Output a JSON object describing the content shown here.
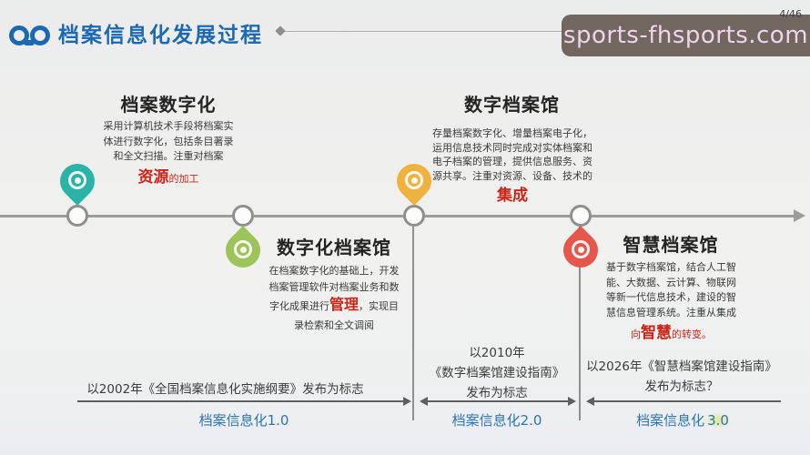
{
  "header": {
    "title": "档案信息化发展过程",
    "page": "4/46",
    "watermark": "sports-fhsports.com"
  },
  "m1": {
    "title": "档案数字化",
    "l1": "采用计算机技术手段将档案实",
    "l2": "体进行数字化，包括条目著录",
    "l3": "和全文扫描。注重对档案",
    "em": "资源",
    "em_suffix": "的加工"
  },
  "m2": {
    "title": "数字化档案馆",
    "l1": "在档案数字化的基础上，开发",
    "l2": "档案管理软件对档案业务和数",
    "l3a": "字化成果进行",
    "em": "管理",
    "l3b": "，实现目",
    "l4": "录检索和全文调阅"
  },
  "m3": {
    "title": "数字档案馆",
    "l1": "存量档案数字化、增量档案电子化，",
    "l2": "运用信息技术同时完成对实体档案和",
    "l3": "电子档案的管理，提供信息服务、资",
    "l4": "源共享。注重对资源、设备、技术的",
    "em": "集成"
  },
  "m4": {
    "title": "智慧档案馆",
    "l1": "基于数字档案馆，结合人工智",
    "l2": "能、大数据、云计算、物联网",
    "l3": "等新一代信息技术，建设的智",
    "l4": "慧信息管理系统。注重从集成",
    "em_prefix": "向",
    "em": "智慧",
    "em_suffix": "的转变。"
  },
  "era1": {
    "caption": "以2002年《全国档案信息化实施纲要》发布为标志",
    "label": "档案信息化1.0"
  },
  "era2": {
    "c1": "以2010年",
    "c2": "《数字档案馆建设指南》",
    "c3": "发布为标志",
    "label": "档案信息化2.0"
  },
  "era3": {
    "c1": "以2026年《智慧档案馆建设指南》",
    "c2": "发布为标志？",
    "label_prefix": "档案信息化",
    "label_highlight": "3.0"
  },
  "colors": {
    "title_blue": "#1b6ab1",
    "emphasis_red": "#cb2418",
    "pin_teal": "#2bb3a8",
    "pin_green": "#9cc45a",
    "pin_yellow": "#f0b23e",
    "pin_red": "#e4574a",
    "era_label_blue": "#2e74b5",
    "timeline_gray": "#9c9c9c"
  }
}
